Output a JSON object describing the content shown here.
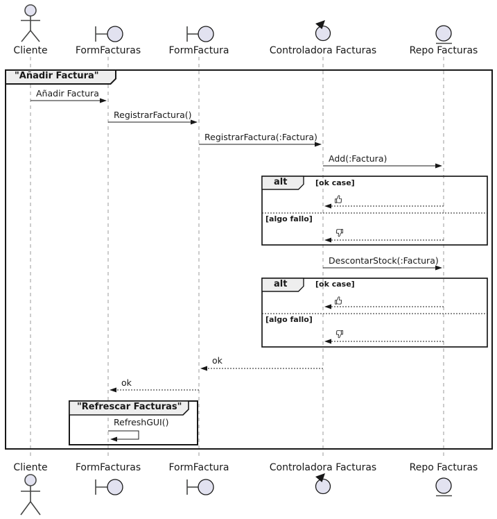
{
  "diagram_type": "uml-sequence-diagram",
  "frame": {
    "title": "\"Añadir Factura\""
  },
  "group": {
    "title": "\"Refrescar Facturas\""
  },
  "participants": [
    {
      "name": "Cliente",
      "type": "actor"
    },
    {
      "name": "FormFacturas",
      "type": "boundary"
    },
    {
      "name": "FormFactura",
      "type": "boundary"
    },
    {
      "name": "Controladora Facturas",
      "type": "control"
    },
    {
      "name": "Repo Facturas",
      "type": "entity"
    }
  ],
  "messages": [
    {
      "label": "Añadir Factura",
      "from": "Cliente",
      "to": "FormFacturas",
      "style": "solid"
    },
    {
      "label": "RegistrarFactura()",
      "from": "FormFacturas",
      "to": "FormFactura",
      "style": "solid"
    },
    {
      "label": "RegistrarFactura(:Factura)",
      "from": "FormFactura",
      "to": "Controladora Facturas",
      "style": "solid"
    },
    {
      "label": "Add(:Factura)",
      "from": "Controladora Facturas",
      "to": "Repo Facturas",
      "style": "solid"
    },
    {
      "label": "DescontarStock(:Factura)",
      "from": "Controladora Facturas",
      "to": "Repo Facturas",
      "style": "solid"
    },
    {
      "label": "ok",
      "from": "Controladora Facturas",
      "to": "FormFactura",
      "style": "dashed"
    },
    {
      "label": "ok",
      "from": "FormFactura",
      "to": "FormFacturas",
      "style": "dashed"
    },
    {
      "label": "RefreshGUI()",
      "from": "FormFacturas",
      "to": "FormFacturas",
      "style": "self"
    }
  ],
  "alt_blocks": [
    {
      "operator": "alt",
      "guard_ok": "[ok case]",
      "guard_fail": "[algo fallo]",
      "ok_return_icon": "thumbs-up-icon",
      "fail_return_icon": "thumbs-down-icon"
    },
    {
      "operator": "alt",
      "guard_ok": "[ok case]",
      "guard_fail": "[algo fallo]",
      "ok_return_icon": "thumbs-up-icon",
      "fail_return_icon": "thumbs-down-icon"
    }
  ],
  "colors": {
    "background": "#FFFFFF",
    "participant_fill": "#E2E2F0",
    "frame_label_bg": "#EEEEEE",
    "line": "#181818",
    "lifeline": "#9A9A9A"
  }
}
